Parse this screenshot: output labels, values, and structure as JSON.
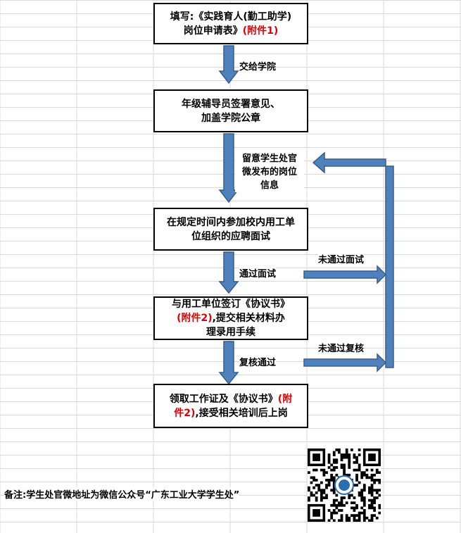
{
  "steps": {
    "s1": {
      "line1": "填写:《实践育人(勤工助学)",
      "line2": "岗位申请表》",
      "line2_red": "(附件1)"
    },
    "s2": {
      "line1": "年级辅导员签署意见、",
      "line2": "加盖学院公章"
    },
    "s3": {
      "line1": "在规定时间内参加校内用工单",
      "line2": "位组织的应聘面试"
    },
    "s4": {
      "line1": "与用工单位签订《协议书》",
      "line2_red": "(附件2)",
      "line2": ",提交相关材料办",
      "line3": "理录用手续"
    },
    "s5": {
      "line1_a": "领取工作证及《协议书》",
      "line1_red": "(附",
      "line2_red": "件2)",
      "line2": ",接受相关培训后上岗"
    }
  },
  "labels": {
    "submit_college": "交给学院",
    "notice_1": "留意学生处官",
    "notice_2": "微发布的岗位",
    "notice_3": "信息",
    "pass_interview": "通过面试",
    "fail_interview": "未通过面试",
    "pass_review": "复核通过",
    "fail_review": "未通过复核"
  },
  "footer": {
    "note": "备注:学生处官微地址为微信公众号“广东工业大学学生处”"
  },
  "qr": {
    "icon": "qr-code-icon"
  },
  "colors": {
    "arrow_fill": "#4f81bd",
    "arrow_stroke": "#385d8a",
    "accent_red": "#e00000",
    "grid": "#d9d9d9"
  }
}
